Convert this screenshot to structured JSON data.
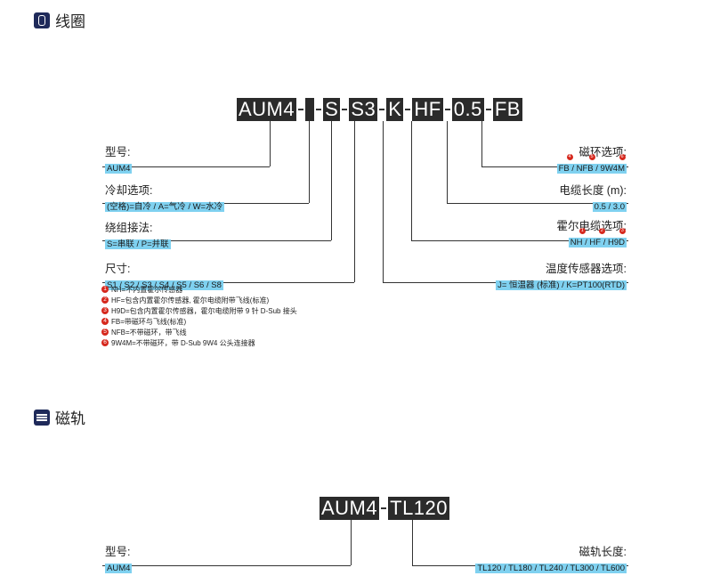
{
  "section1": {
    "title": "线圈",
    "code_segments": [
      "AUM4",
      "",
      "S",
      "S3",
      "K",
      "HF",
      "0.5",
      "FB"
    ],
    "left": [
      {
        "label": "型号:",
        "value": "AUM4"
      },
      {
        "label": "冷却选项:",
        "value": "(空格)=自冷 / A=气冷 / W=水冷"
      },
      {
        "label": "绕组接法:",
        "value": "S=串联 / P=并联"
      },
      {
        "label": "尺寸:",
        "value": "S1 / S2 / S3 / S4 / S5 / S6 / S8"
      }
    ],
    "right": [
      {
        "label": "磁环选项:",
        "value": "FB / NFB / 9W4M",
        "markers": [
          "4",
          "5",
          "6"
        ]
      },
      {
        "label": "电缆长度 (m):",
        "value": "0.5 / 3.0"
      },
      {
        "label": "霍尔电缆选项:",
        "value": "NH / HF / H9D",
        "markers": [
          "1",
          "2",
          "3"
        ]
      },
      {
        "label": "温度传感器选项:",
        "value": "J= 恒温器 (标准) / K=PT100(RTD)"
      }
    ],
    "notes": [
      {
        "num": "1",
        "text": "NH=不内置霍尔传感器"
      },
      {
        "num": "2",
        "text": "HF=包含内置霍尔传感器, 霍尔电缆附带飞线(标准)"
      },
      {
        "num": "3",
        "text": "H9D=包含内置霍尔传感器，霍尔电缆附带 9 针 D-Sub 接头"
      },
      {
        "num": "4",
        "text": "FB=带磁环与飞线(标准)"
      },
      {
        "num": "5",
        "text": "NFB=不带磁环，带飞线"
      },
      {
        "num": "6",
        "text": "9W4M=不带磁环，带 D-Sub 9W4 公头连接器"
      }
    ]
  },
  "section2": {
    "title": "磁轨",
    "code_segments": [
      "AUM4",
      "TL120"
    ],
    "left": {
      "label": "型号:",
      "value": "AUM4"
    },
    "right": {
      "label": "磁轨长度:",
      "value": "TL120 / TL180 / TL240 / TL300 / TL600"
    }
  },
  "icons": [
    "coil-icon",
    "rail-icon"
  ],
  "colors": {
    "value_bg": "#7fd1f0",
    "code_bg": "#2b2b2b",
    "marker": "#d6281d",
    "icon_bg": "#1f2a5a"
  }
}
